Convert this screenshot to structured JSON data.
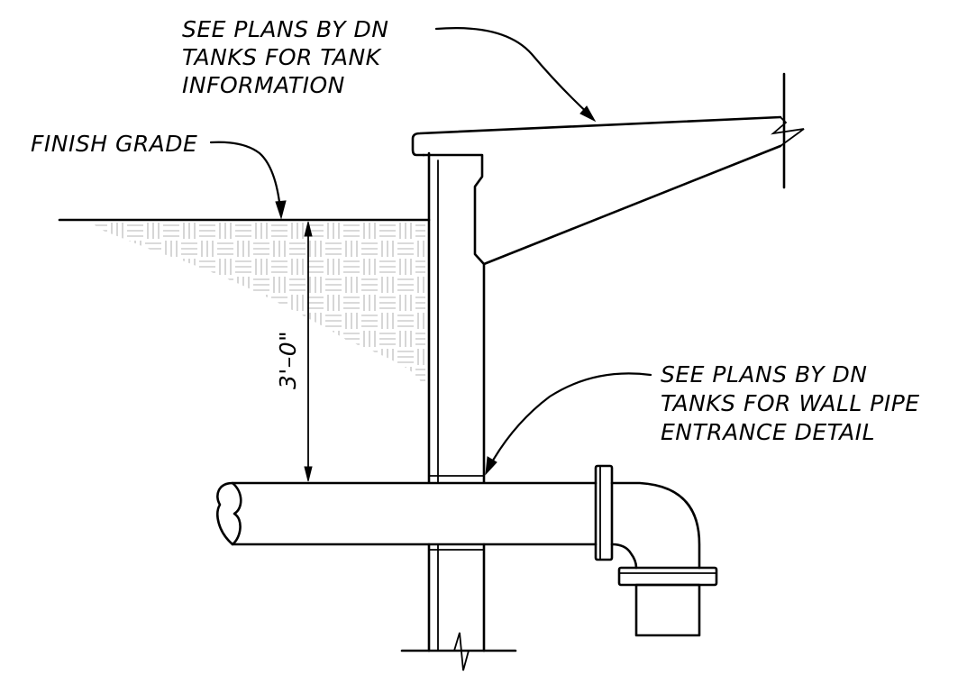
{
  "notes": {
    "tank_note": [
      "SEE PLANS BY DN",
      "TANKS FOR TANK",
      "INFORMATION"
    ],
    "finish_grade": "FINISH GRADE",
    "pipe_note": [
      "SEE PLANS BY DN",
      "TANKS FOR WALL PIPE",
      "ENTRANCE DETAIL"
    ]
  },
  "dimension": {
    "depth": "3'–0\""
  }
}
